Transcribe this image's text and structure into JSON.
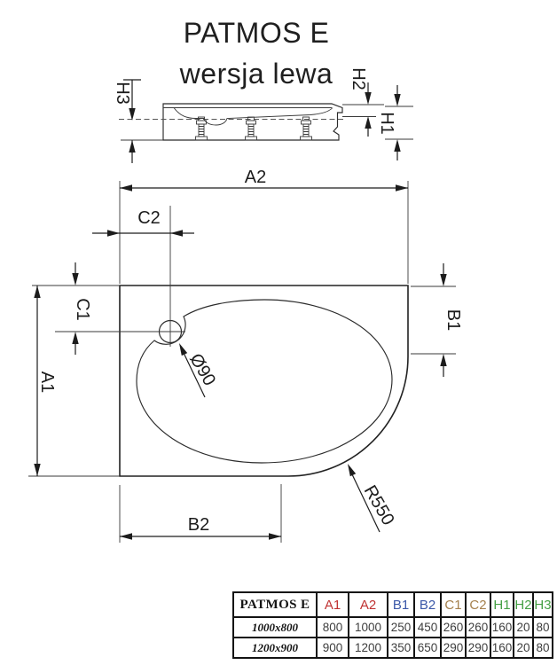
{
  "title": {
    "line1": "PATMOS E",
    "line2": "wersja lewa"
  },
  "colors": {
    "red": "#c03232",
    "blue": "#3a57a8",
    "brown": "#a5804d",
    "green": "#45a045"
  },
  "diagram": {
    "side_view": {
      "labels": {
        "h1": "H1",
        "h2": "H2",
        "h3": "H3"
      }
    },
    "top_view": {
      "labels": {
        "a1": "A1",
        "a2": "A2",
        "b1": "B1",
        "b2": "B2",
        "c1": "C1",
        "c2": "C2",
        "drain_diameter": "Ø90",
        "corner_radius": "R550"
      }
    }
  },
  "table": {
    "model_label": "PATMOS E",
    "headers": [
      "A1",
      "A2",
      "B1",
      "B2",
      "C1",
      "C2",
      "H1",
      "H2",
      "H3"
    ],
    "rows": [
      {
        "size": "1000x800",
        "values": [
          "800",
          "1000",
          "250",
          "450",
          "260",
          "260",
          "160",
          "20",
          "80"
        ]
      },
      {
        "size": "1200x900",
        "values": [
          "900",
          "1200",
          "350",
          "650",
          "290",
          "290",
          "160",
          "20",
          "80"
        ]
      }
    ]
  }
}
